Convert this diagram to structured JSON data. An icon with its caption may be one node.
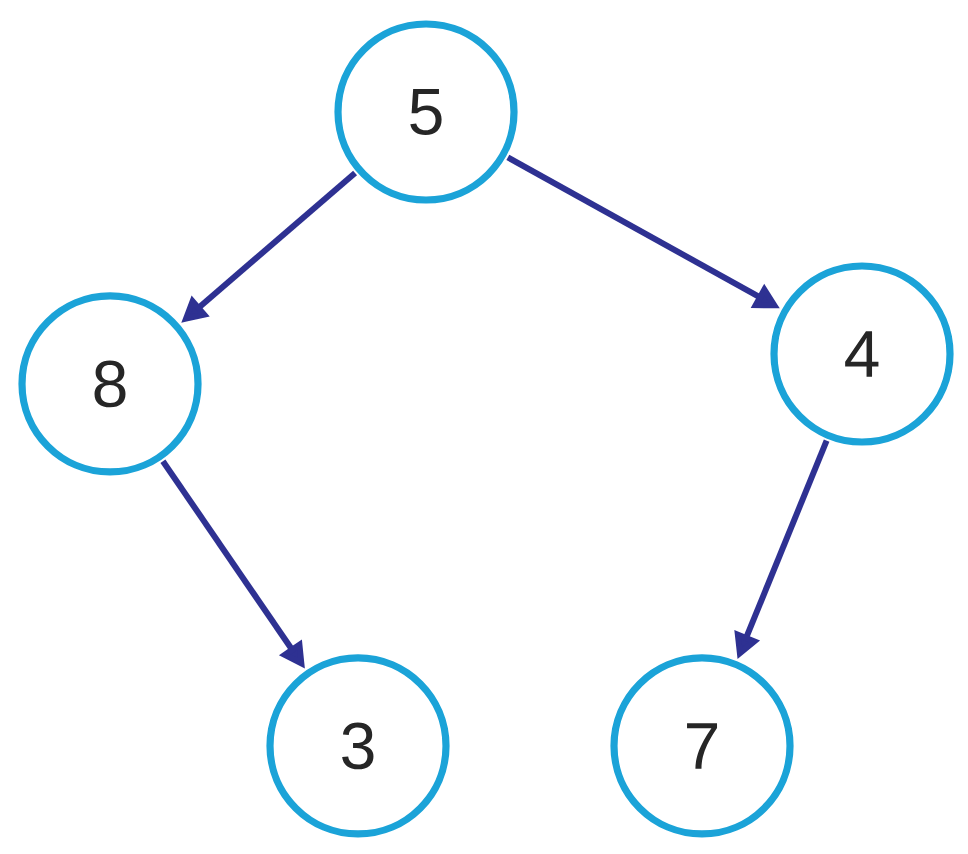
{
  "diagram": {
    "nodes": [
      {
        "text": [
          "5"
        ]
      },
      {
        "text": [
          "8"
        ]
      },
      {
        "text": [
          "4"
        ]
      },
      {
        "text": [
          "3"
        ]
      },
      {
        "text": [
          "7"
        ]
      }
    ],
    "edges": [
      {
        "from": 0,
        "to": 1,
        "arrow": "to"
      },
      {
        "from": 0,
        "to": 2,
        "arrow": "to"
      },
      {
        "from": 1,
        "to": 3,
        "arrow": "to"
      },
      {
        "from": 2,
        "to": 4,
        "arrow": "to"
      }
    ]
  }
}
